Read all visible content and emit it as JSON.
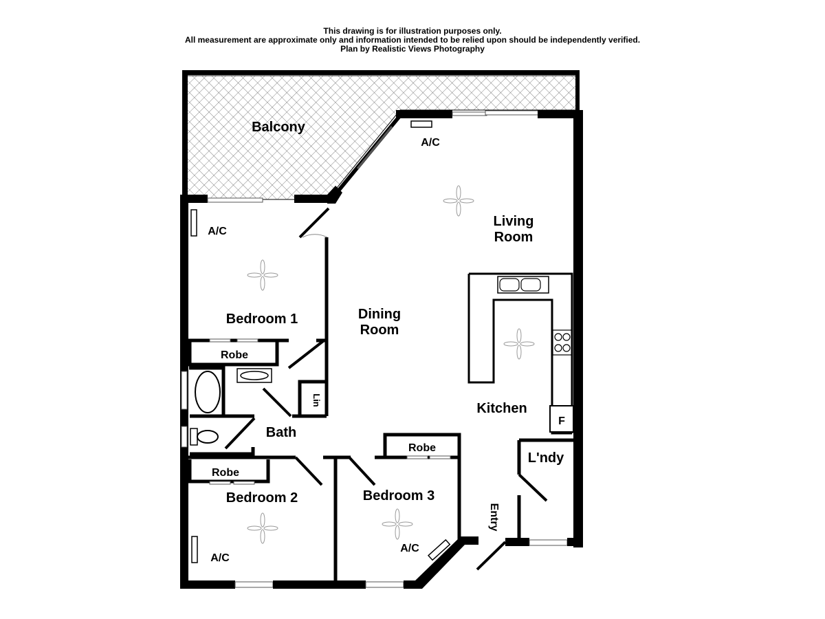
{
  "notes": {
    "line1": "This drawing is for illustration purposes only.",
    "line2": "All measurement are approximate only and information intended to be relied upon should be independently verified.",
    "line3": "Plan by Realistic Views Photography"
  },
  "rooms": {
    "balcony": "Balcony",
    "living_line1": "Living",
    "living_line2": "Room",
    "dining_line1": "Dining",
    "dining_line2": "Room",
    "kitchen": "Kitchen",
    "bedroom1": "Bedroom 1",
    "bedroom2": "Bedroom 2",
    "bedroom3": "Bedroom 3",
    "robe1": "Robe",
    "robe2": "Robe",
    "robe3": "Robe",
    "linen": "Lin",
    "bath": "Bath",
    "laundry": "L'ndy",
    "entry": "Entry",
    "fridge": "F"
  },
  "fixtures": {
    "ac_living": "A/C",
    "ac_bed1": "A/C",
    "ac_bed2": "A/C",
    "ac_bed3": "A/C"
  }
}
